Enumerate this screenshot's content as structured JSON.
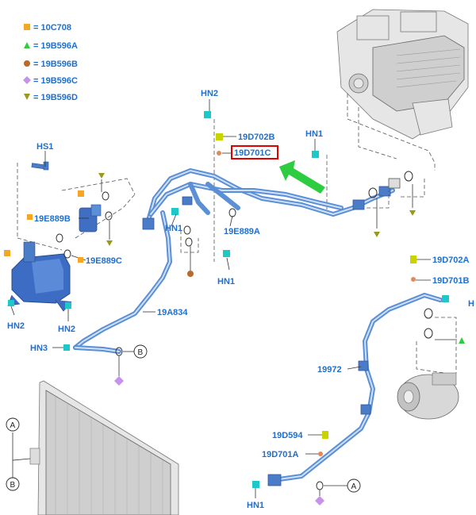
{
  "legend": [
    {
      "symbol": "square",
      "color": "#f5a623",
      "text": "= 10C708"
    },
    {
      "symbol": "triangle",
      "color": "#2ecc40",
      "text": "= 19B596A"
    },
    {
      "symbol": "circle",
      "color": "#b86b2a",
      "text": "= 19B596B"
    },
    {
      "symbol": "diamond",
      "color": "#c792ea",
      "text": "= 19B596C"
    },
    {
      "symbol": "triangle-down",
      "color": "#9a9a1a",
      "text": "= 19B596D"
    }
  ],
  "labels": {
    "hs1": "HS1",
    "hn2_top": "HN2",
    "d702b": "19D702B",
    "d701c": "19D701C",
    "hn1_top": "HN1",
    "e889b": "19E889B",
    "hn1_mid": "HN1",
    "e889a": "19E889A",
    "e889c": "19E889C",
    "hn1_low": "HN1",
    "hn2_left": "HN2",
    "hn2_left2": "HN2",
    "a834": "19A834",
    "hn3": "HN3",
    "d702a": "19D702A",
    "d701b": "19D701B",
    "hn_right": "H",
    "p19972": "19972",
    "d594": "19D594",
    "d701a": "19D701A",
    "hn1_bottom": "HN1"
  },
  "connectors": {
    "a": "A",
    "b": "B"
  },
  "colors": {
    "label": "#1f6fd1",
    "pipe": "#5b8fd6",
    "highlight_box": "#e00000",
    "arrow": "#2ecc40",
    "clip_cyan": "#1ec8c8",
    "clip_yellow": "#c8d400"
  }
}
